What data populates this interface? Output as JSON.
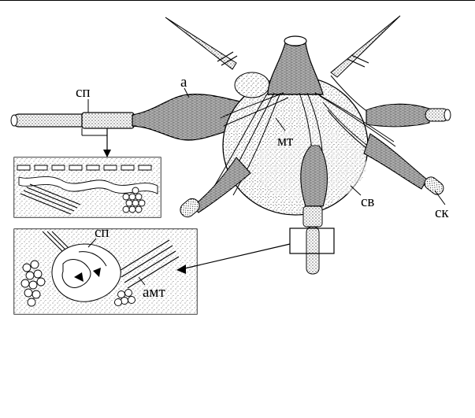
{
  "labels": {
    "sp_top": "сп",
    "a": "а",
    "mt": "мт",
    "sv": "св",
    "sk": "ск",
    "sp_inset": "сп",
    "amt": "амт"
  },
  "colors": {
    "ink": "#000000",
    "paper": "#ffffff"
  }
}
